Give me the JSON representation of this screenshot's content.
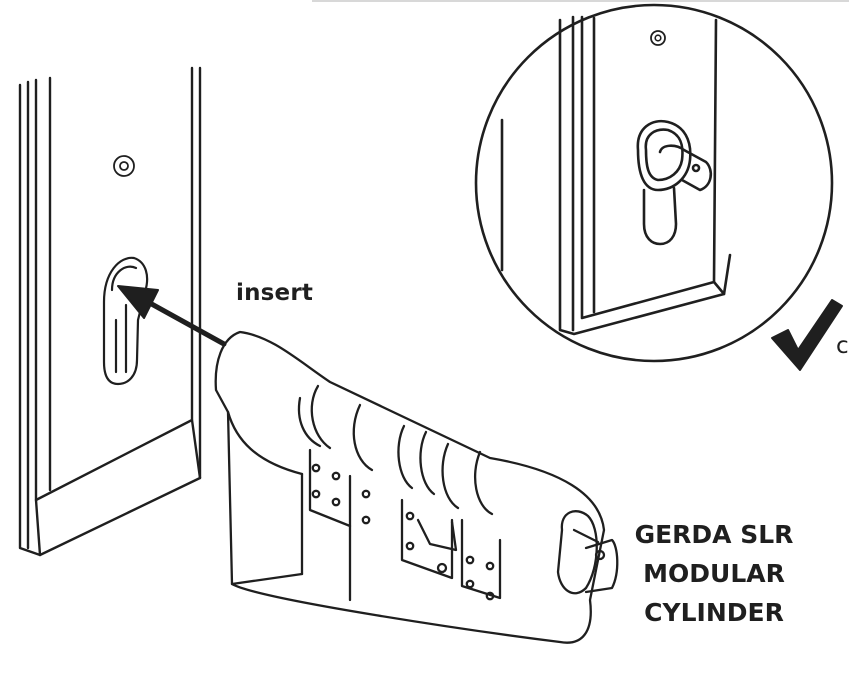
{
  "labels": {
    "insert": "insert",
    "product_line1": "GERDA SLR",
    "product_line2": "MODULAR",
    "product_line3": "CYLINDER",
    "check_caption": "c"
  },
  "icons": [
    "arrow-icon",
    "checkmark-icon"
  ],
  "colors": {
    "line": "#1f1f1f",
    "background": "#ffffff"
  }
}
